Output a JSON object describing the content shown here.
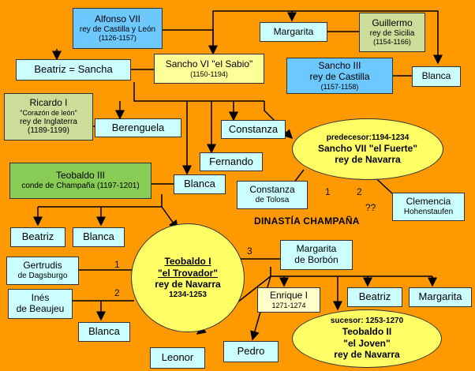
{
  "alfonso": {
    "name": "Alfonso VII",
    "title": "rey de Castilla y León",
    "years": "(1126-1157)"
  },
  "margarita_top": {
    "name": "Margarita"
  },
  "guillermo": {
    "name": "Guillermo",
    "title": "rey de Sicilia",
    "years": "(1154-1166)"
  },
  "beatriz_sancha": {
    "name": "Beatriz = Sancha"
  },
  "sancho6": {
    "name": "Sancho VI \"el Sabio\"",
    "years": "(1150-1194)"
  },
  "sancho3": {
    "name": "Sancho III",
    "title": "rey de Castilla",
    "years": "(1157-1158)"
  },
  "blanca_top": {
    "name": "Blanca"
  },
  "ricardo": {
    "name": "Ricardo I",
    "nick": "\"Corazón de león\"",
    "title": "rey de Inglaterra",
    "years": "(1189-1199)"
  },
  "berenguela": {
    "name": "Berenguela"
  },
  "constanza_mid": {
    "name": "Constanza"
  },
  "fernando": {
    "name": "Fernando"
  },
  "sancho7": {
    "pre": "predecesor:1194-1234",
    "name": "Sancho VII \"el Fuerte\"",
    "title": "rey de Navarra"
  },
  "teobaldo3": {
    "name": "Teobaldo III",
    "title": "conde de Champaña (1197-1201)"
  },
  "blanca_mid": {
    "name": "Blanca"
  },
  "constanza_tolosa": {
    "name": "Constanza",
    "title": "de Tolosa"
  },
  "clemencia": {
    "name": "Clemencia",
    "title": "Hohenstaufen"
  },
  "labels": {
    "one": "1",
    "two": "2",
    "qq": "??",
    "three": "3",
    "g1": "1",
    "g2": "2"
  },
  "dinastia": "DINASTÍA CHAMPAÑA",
  "beatriz_l": {
    "name": "Beatriz"
  },
  "blanca_l": {
    "name": "Blanca"
  },
  "teobaldo1": {
    "name": "Teobaldo I",
    "nick": "\"el Trovador\"",
    "title": "rey de Navarra",
    "years": "1234-1253"
  },
  "margarita_borbon": {
    "name": "Margarita",
    "title": "de Borbón"
  },
  "gertrudis": {
    "name": "Gertrudis",
    "title": "de Dagsburgo"
  },
  "ines": {
    "name": "Inés",
    "title": "de Beaujeu"
  },
  "enrique": {
    "name": "Enrique I",
    "years": "1271-1274"
  },
  "beatriz_r": {
    "name": "Beatriz"
  },
  "margarita_r": {
    "name": "Margarita"
  },
  "blanca_bot": {
    "name": "Blanca"
  },
  "leonor": {
    "name": "Leonor"
  },
  "pedro": {
    "name": "Pedro"
  },
  "teobaldo2": {
    "pre": "sucesor: 1253-1270",
    "name": "Teobaldo II",
    "nick": "\"el Joven\"",
    "title": "rey de Navarra"
  }
}
